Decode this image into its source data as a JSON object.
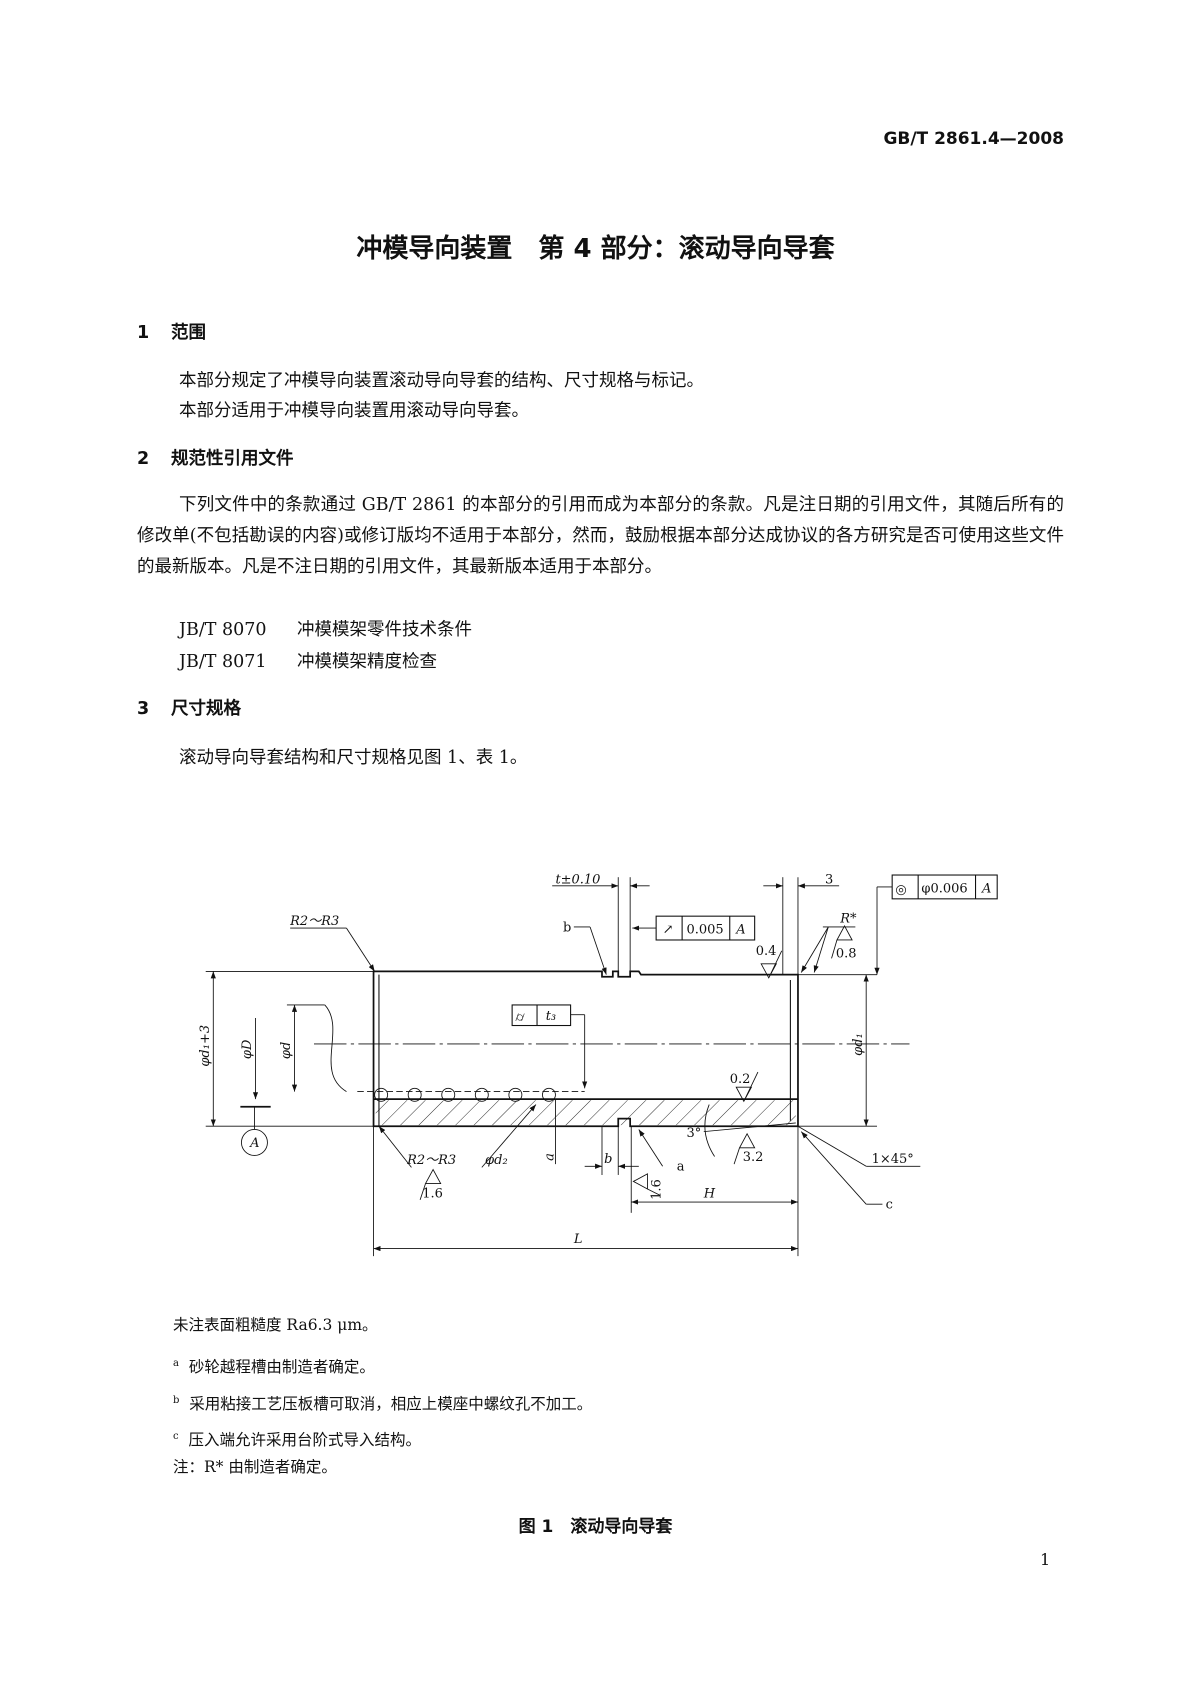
{
  "header": {
    "standard_no": "GB/T 2861.4—2008"
  },
  "title": "冲模导向装置　第 4 部分：滚动导向导套",
  "sections": [
    {
      "number": "1",
      "heading": "范围",
      "paragraphs": [
        "本部分规定了冲模导向装置滚动导向导套的结构、尺寸规格与标记。",
        "本部分适用于冲模导向装置用滚动导向导套。"
      ]
    },
    {
      "number": "2",
      "heading": "规范性引用文件",
      "paragraphs": [
        "下列文件中的条款通过 GB/T 2861 的本部分的引用而成为本部分的条款。凡是注日期的引用文件，其随后所有的修改单(不包括勘误的内容)或修订版均不适用于本部分，然而，鼓励根据本部分达成协议的各方研究是否可使用这些文件的最新版本。凡是不注日期的引用文件，其最新版本适用于本部分。"
      ],
      "references": [
        {
          "code": "JB/T 8070",
          "title": "冲模模架零件技术条件"
        },
        {
          "code": "JB/T 8071",
          "title": "冲模模架精度检查"
        }
      ]
    },
    {
      "number": "3",
      "heading": "尺寸规格",
      "paragraphs": [
        "滚动导向导套结构和尺寸规格见图 1、表 1。"
      ]
    }
  ],
  "figure": {
    "labels": {
      "r2r3_top": "R2～R3",
      "r2r3_bottom": "R2～R3",
      "t_tol": "t±0.10",
      "three": "3",
      "b_top": "b",
      "b_dim": "b",
      "a_note": "a",
      "c_note": "c",
      "a_dim": "a",
      "phi_d1_3": "φd₁+3",
      "phi_D": "φD",
      "phi_d": "φd",
      "phi_d1": "φd₁",
      "phi_d2": "φd₂",
      "L": "L",
      "H": "H",
      "datum": "A",
      "r_star": "R*",
      "chamfer": "1×45°",
      "angle": "3°",
      "ra_04": "0.4",
      "ra_08": "0.8",
      "ra_02": "0.2",
      "ra_32": "3.2",
      "ra_16a": "1.6",
      "ra_16b": "1.6"
    },
    "runout_frame": {
      "symbol": "↗",
      "value": "0.005",
      "datum": "A"
    },
    "concentricity_frame": {
      "symbol": "◎",
      "value": "φ0.006",
      "datum": "A"
    },
    "flatness_frame": {
      "symbol": "⌭",
      "value": "t₃"
    },
    "notes": [
      "未注表面粗糙度 Ra6.3 μm。"
    ],
    "footnotes": [
      {
        "mark": "a",
        "text": "砂轮越程槽由制造者确定。"
      },
      {
        "mark": "b",
        "text": "采用粘接工艺压板槽可取消，相应上模座中螺纹孔不加工。"
      },
      {
        "mark": "c",
        "text": "压入端允许采用台阶式导入结构。"
      }
    ],
    "remark": "注：R* 由制造者确定。",
    "caption": "图 1　滚动导向导套"
  },
  "page_number": "1"
}
